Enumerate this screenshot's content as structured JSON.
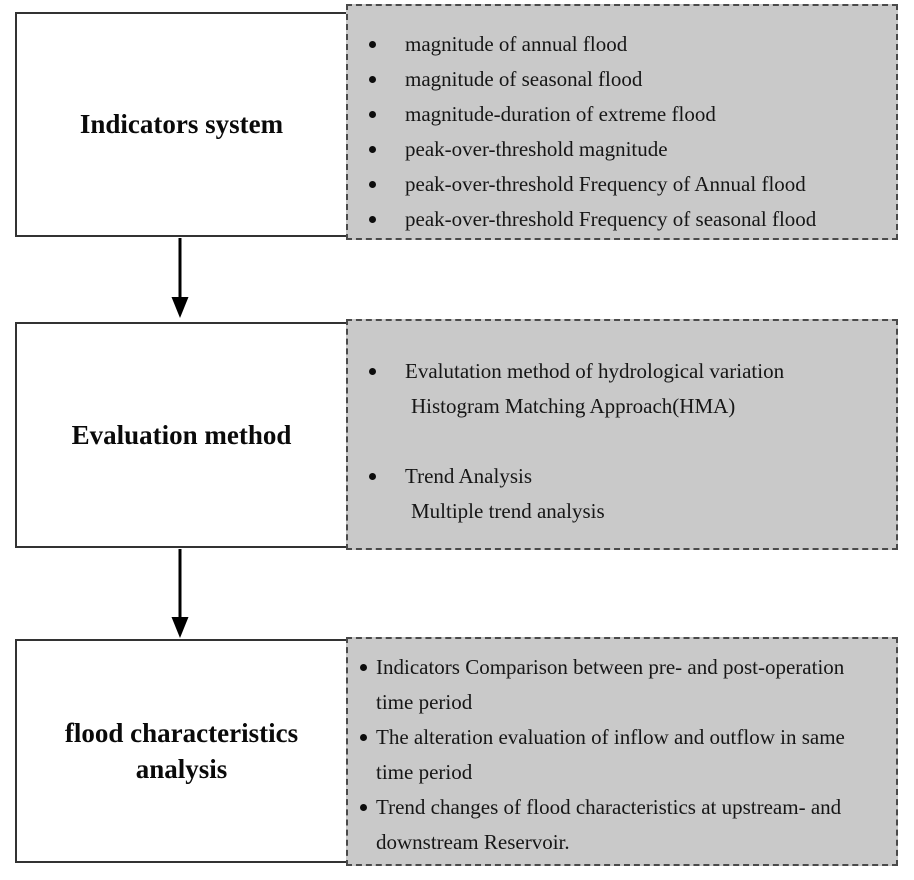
{
  "colors": {
    "panel_fill": "#c9c9c9",
    "box_border": "#333333",
    "panel_border": "#4a4a4a",
    "arrow": "#000000",
    "text": "#111111"
  },
  "rows": [
    {
      "title": "Indicators system",
      "items": [
        {
          "lines": [
            "magnitude of annual flood"
          ]
        },
        {
          "lines": [
            "magnitude of seasonal flood"
          ]
        },
        {
          "lines": [
            "magnitude-duration of extreme flood"
          ]
        },
        {
          "lines": [
            "peak-over-threshold magnitude"
          ]
        },
        {
          "lines": [
            "peak-over-threshold Frequency of Annual flood"
          ]
        },
        {
          "lines": [
            "peak-over-threshold Frequency of seasonal flood"
          ]
        }
      ]
    },
    {
      "title": "Evaluation method",
      "items": [
        {
          "lines": [
            "Evalutation method of hydrological variation",
            "Histogram Matching Approach(HMA)"
          ]
        },
        {
          "lines": [
            "Trend Analysis",
            "Multiple trend analysis"
          ]
        }
      ]
    },
    {
      "title": "flood characteristics analysis",
      "items": [
        {
          "lines": [
            "Indicators Comparison between pre- and post-operation",
            "time period"
          ]
        },
        {
          "lines": [
            "The alteration evaluation of inflow and outflow in same",
            "time period"
          ]
        },
        {
          "lines": [
            "Trend changes of flood characteristics at upstream- and",
            "downstream Reservoir."
          ]
        }
      ]
    }
  ]
}
